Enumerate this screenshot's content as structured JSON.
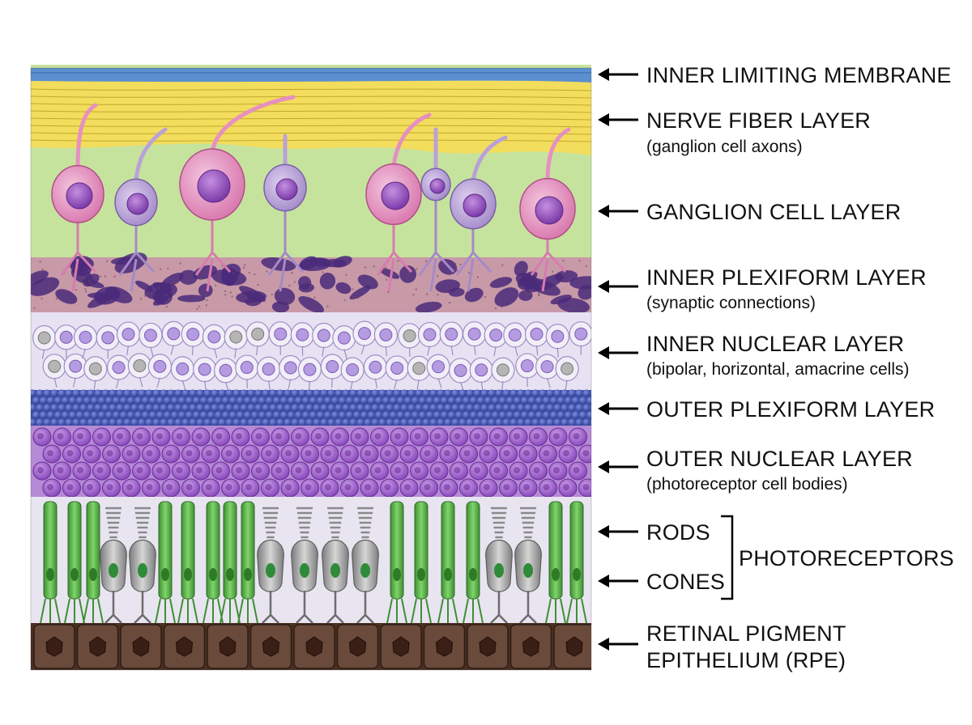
{
  "labels": [
    {
      "id": "ilm",
      "title": "INNER LIMITING MEMBRANE",
      "subtitle": ""
    },
    {
      "id": "nfl",
      "title": "NERVE FIBER LAYER",
      "subtitle": "(ganglion cell axons)"
    },
    {
      "id": "gcl",
      "title": "GANGLION CELL LAYER",
      "subtitle": ""
    },
    {
      "id": "ipl",
      "title": "INNER PLEXIFORM LAYER",
      "subtitle": "(synaptic connections)"
    },
    {
      "id": "inl",
      "title": "INNER NUCLEAR LAYER",
      "subtitle": "(bipolar, horizontal, amacrine cells)"
    },
    {
      "id": "opl",
      "title": "OUTER PLEXIFORM LAYER",
      "subtitle": ""
    },
    {
      "id": "onl",
      "title": "OUTER NUCLEAR LAYER",
      "subtitle": "(photoreceptor cell bodies)"
    },
    {
      "id": "rods",
      "title": "RODS",
      "subtitle": ""
    },
    {
      "id": "cones",
      "title": "CONES",
      "subtitle": ""
    },
    {
      "id": "rpe",
      "title": "RETINAL PIGMENT",
      "subtitle": "EPITHELIUM (RPE)"
    }
  ],
  "bracket_label": "PHOTORECEPTORS",
  "colors": {
    "membrane": "#5b8fcf",
    "nerve_fiber": "#f3dd5c",
    "ganglion_bg": "#c6e39d",
    "ganglion_pink": "#e690c0",
    "ganglion_lilac": "#b9a1d8",
    "plexiform_dark": "#4a2a7a",
    "inner_nuclear_bg": "#e6e2f2",
    "outer_plexiform": "#3a4fa8",
    "outer_nuclear": "#9a58c9",
    "rod_green": "#5bb24a",
    "cone_gray": "#9a9a9a",
    "rpe_brown": "#5a3a2a"
  },
  "icons": [
    "left-arrow-icon",
    "bracket-icon"
  ]
}
